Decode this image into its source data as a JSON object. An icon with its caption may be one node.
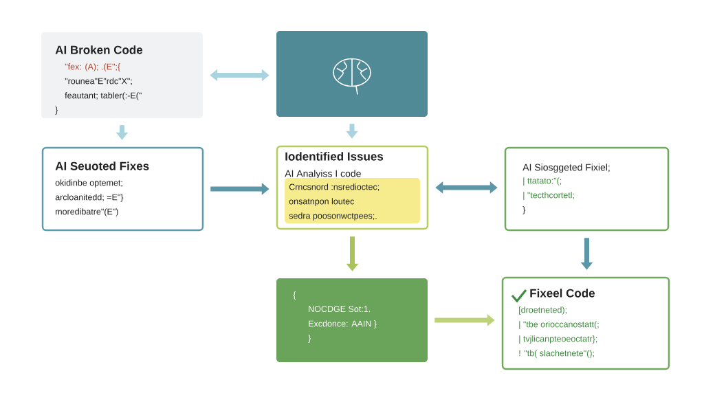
{
  "diagram": {
    "nodes": [
      {
        "text": [
          "AI Broken Code",
          "\"fex: (A); .(E\";{",
          "\"rounea\"E\"rdc\"X\";",
          "feautant; tabler(:-E(\"",
          "}"
        ]
      },
      {
        "text": [],
        "shape": "picture"
      },
      {
        "text": [
          "AI Seuoted Fixes",
          "okidinbe optemet;",
          "arcloanitedd; =E\"}",
          "moredibatre\"(E\")"
        ]
      },
      {
        "text": [
          "Iodentified Issues",
          "AI Analyiss I code"
        ]
      },
      {
        "text": [
          "Crncsnord :nsredioctec;",
          "onsatnpon loutec",
          "sedra poosonwctpees;."
        ],
        "in": 3
      },
      {
        "text": [
          "AI Siosggeted Fixiel;",
          "| ttatato:\"(;",
          "| \"tecthcortetl;",
          "}"
        ]
      },
      {
        "text": [
          "{",
          "NOCDGE Sot:1.",
          "Excdonce: AAIN }",
          "}"
        ]
      },
      {
        "text": [
          "Fixeel Code",
          "[droetneted);",
          "| \"tbe orioccanostatt(;",
          "| tvjlicanpteoeoctatr};",
          "! \"tb( slachetnete\"();"
        ]
      }
    ],
    "edges": [
      {
        "from": 0,
        "to": 1,
        "arrow": "both",
        "color": "#a9d3df"
      },
      {
        "from": 0,
        "to": 2,
        "arrow": "to",
        "color": "#a9d3df"
      },
      {
        "from": 1,
        "to": 3,
        "arrow": "to",
        "color": "#a9d3df"
      },
      {
        "from": 2,
        "to": 3,
        "arrow": "to"
      },
      {
        "from": 3,
        "to": 5,
        "arrow": "both"
      },
      {
        "from": 3,
        "to": 6,
        "arrow": "to",
        "color": "#a9c45a"
      },
      {
        "from": 5,
        "to": 7,
        "arrow": "to"
      },
      {
        "from": 6,
        "to": 7,
        "arrow": "to",
        "color": "#bcd37a"
      }
    ]
  }
}
